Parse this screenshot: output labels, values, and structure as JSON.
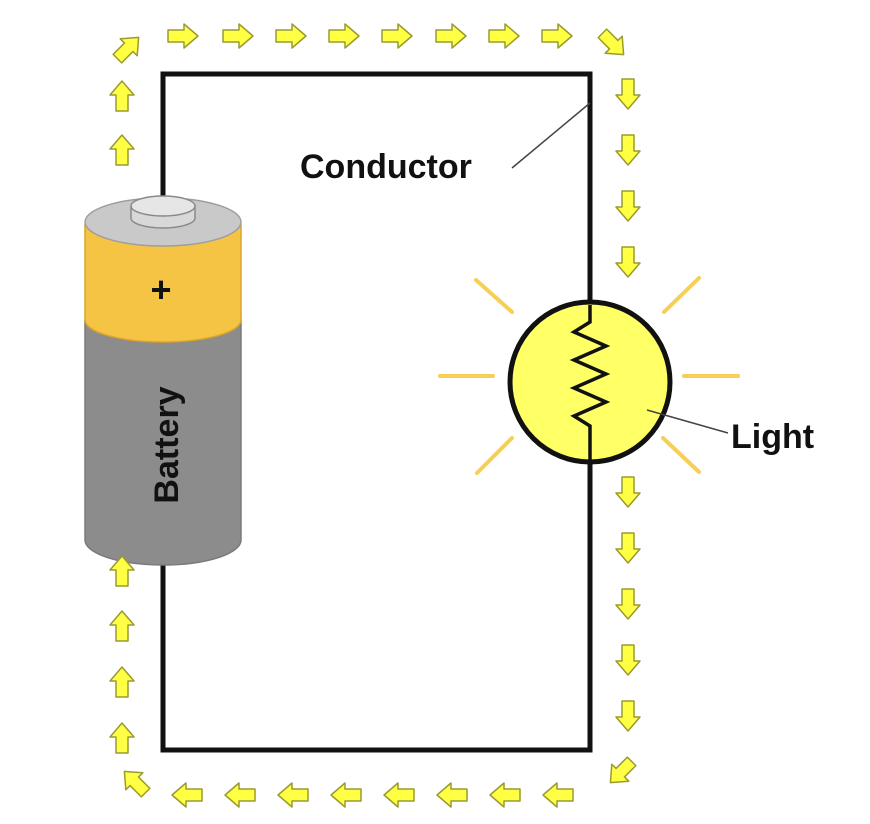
{
  "labels": {
    "conductor": "Conductor",
    "light": "Light",
    "battery": "Battery",
    "polarity": "+"
  },
  "colors": {
    "wire": "#111111",
    "arrow_fill": "#ffff44",
    "arrow_stroke": "#9a9a30",
    "battery_cap": "#f5c445",
    "battery_body": "#8c8c8c",
    "battery_top": "#c9c9c9",
    "bulb_fill": "#ffff66",
    "light_rays": "#f7cf55"
  },
  "icons": {
    "flow_arrow": "current-flow-arrow-icon",
    "bulb": "light-bulb-icon",
    "battery": "battery-icon"
  }
}
